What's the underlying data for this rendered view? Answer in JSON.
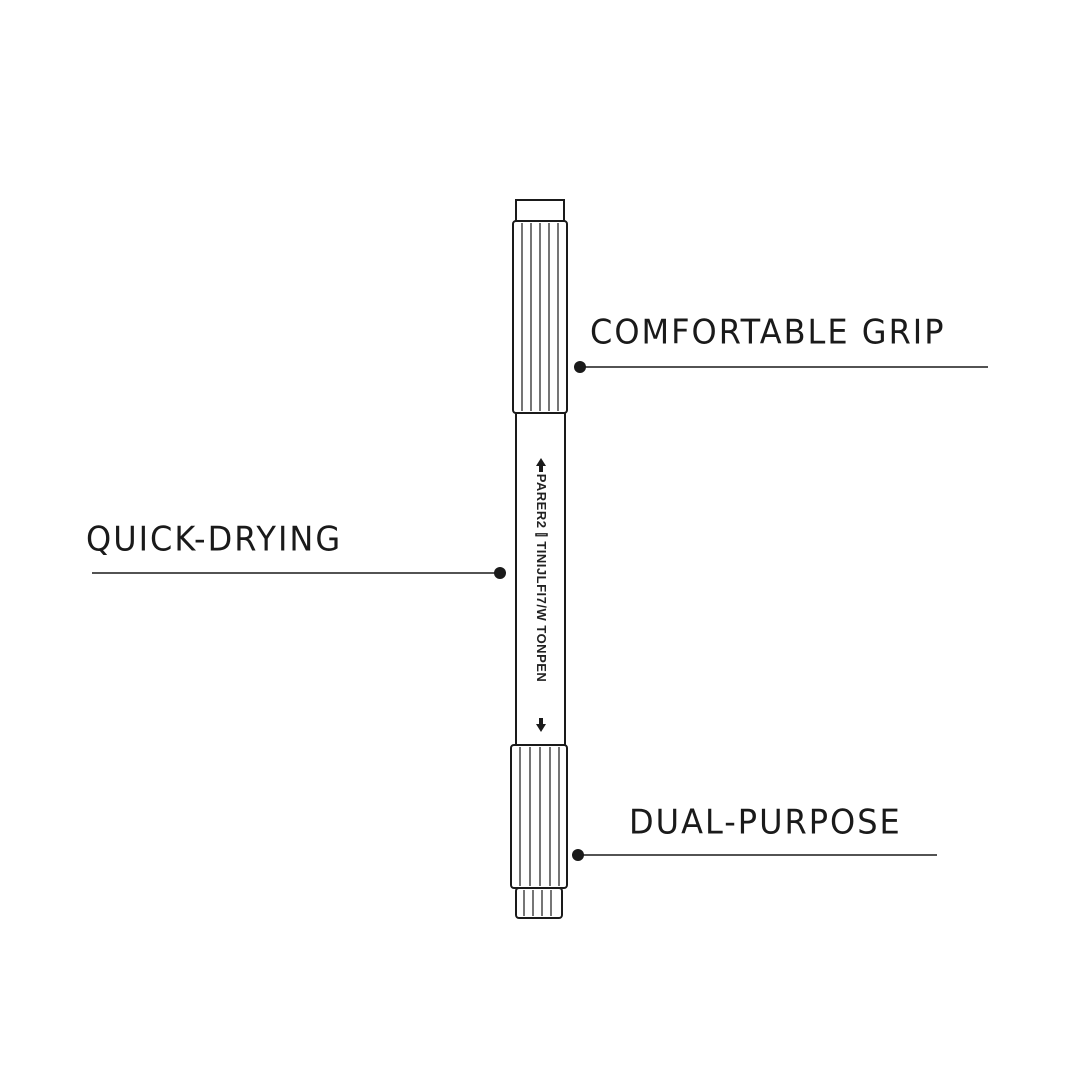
{
  "callouts": {
    "grip": "COMFORTABLE GRIP",
    "drying": "QUICK-DRYING",
    "purpose": "DUAL-PURPOSE"
  },
  "pen": {
    "barrel_text": "PARER2 ⫿ TINIJLFI7/W TONPEN"
  },
  "colors": {
    "ink": "#1a1a1a",
    "background": "#ffffff"
  }
}
